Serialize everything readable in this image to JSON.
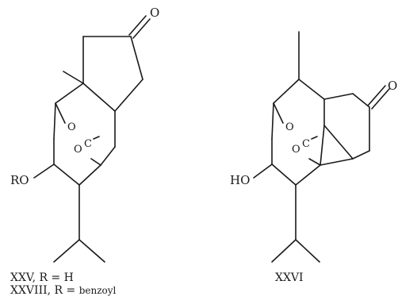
{
  "structure_xxv": {
    "ketone_o": "O",
    "ring_o_upper": "O",
    "ring_o_lower": "O",
    "carbonyl_c": "C",
    "ro_label": "RO",
    "caption_line1": "XXV, R = H",
    "caption_line2_prefix": "XXVIII, R = ",
    "caption_line2_suffix": "benzoyl"
  },
  "structure_xxvi": {
    "ketone_o": "O",
    "ring_o_upper": "O",
    "ring_o_lower": "O",
    "carbonyl_c": "C",
    "ho_label": "HO",
    "caption": "XXVI"
  }
}
